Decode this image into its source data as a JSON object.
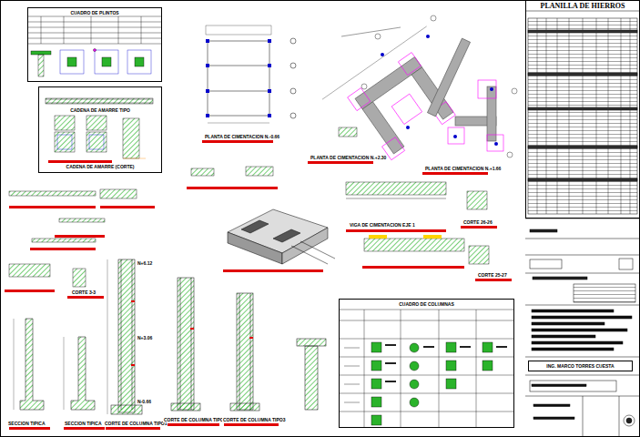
{
  "diagram": {
    "title": "PLANILLA DE HIERROS",
    "nodes": [
      {
        "text": [
          "CUADRO DE PLINTOS"
        ]
      },
      {
        "text": [
          "CADENA DE AMARRE TIPO",
          "CADENA DE AMARRE (CORTE)"
        ]
      },
      {
        "text": [
          "CUADRO DE COLUMNAS"
        ]
      },
      {
        "text": [
          "PLANILLA DE HIERROS"
        ]
      },
      {
        "text": [
          "ING. MARCO TORRES CUESTA"
        ]
      }
    ],
    "labels": [
      "PLANTA DE CIMENTACION N.-0.66",
      "PLANTA DE CIMENTACION N.+2.30",
      "PLANTA DE CIMENTACION N.+1.66",
      "VIGA DE CIMENTACION EJE 1",
      "CORTE 26-26",
      "CORTE 25-27",
      "CORTE 3-3",
      "SECCION TIPICA",
      "SECCION TIPICA",
      "CORTE DE COLUMNA TIPO1",
      "CORTE DE COLUMNA TIPO2",
      "CORTE DE COLUMNA TIPO3",
      "N+6.12",
      "N+3.06",
      "N-0.66"
    ]
  }
}
